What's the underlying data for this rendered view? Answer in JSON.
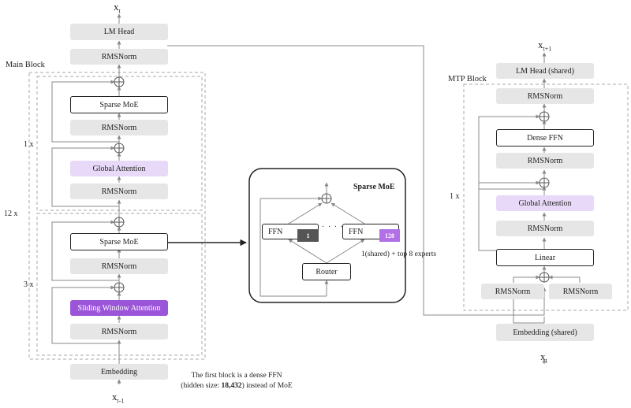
{
  "main": {
    "title": "Main Block",
    "repeat_outer": "12 x",
    "repeat_upper": "1 x",
    "repeat_lower": "3 x",
    "input_symbol": "x",
    "input_sub": "t-1",
    "output_symbol": "x",
    "output_sub": "t",
    "lm_head": "LM Head",
    "final_norm": "RMSNorm",
    "upper": {
      "moe": "Sparse MoE",
      "norm_moe": "RMSNorm",
      "attention": "Global Attention",
      "norm_attn": "RMSNorm"
    },
    "lower": {
      "moe": "Sparse MoE",
      "norm_moe": "RMSNorm",
      "attention": "Sliding Window Attention",
      "norm_attn": "RMSNorm"
    },
    "embedding": "Embedding",
    "note_line1": "The first block is a dense FFN",
    "note_line2_prefix": "(hidden size: ",
    "note_line2_bold": "18,432",
    "note_line2_suffix": ") instead of MoE"
  },
  "moe_detail": {
    "title": "Sparse MoE",
    "ffn_left": "FFN",
    "ffn_left_tag": "1",
    "dots": "· · · ·",
    "ffn_right": "FFN",
    "ffn_right_tag": "128",
    "router": "Router",
    "experts_note": "1(shared) + top 8 experts"
  },
  "mtp": {
    "title": "MTP Block",
    "repeat": "1 x",
    "output_symbol": "x",
    "output_sub": "t+1",
    "lm_head": "LM Head (shared)",
    "final_norm": "RMSNorm",
    "dense_ffn": "Dense FFN",
    "norm_ffn": "RMSNorm",
    "attention": "Global Attention",
    "norm_attn": "RMSNorm",
    "linear": "Linear",
    "norm_left": "RMSNorm",
    "norm_right": "RMSNorm",
    "embedding": "Embedding (shared)",
    "input_symbol": "x",
    "input_sub": "t"
  },
  "colors": {
    "gray_block": "#e6e6e6",
    "global_attention": "#e7d9f7",
    "sliding_window_attention": "#9b55d9",
    "expert_1_tag": "#555555",
    "expert_128_tag": "#b270e6",
    "line": "#888888"
  }
}
